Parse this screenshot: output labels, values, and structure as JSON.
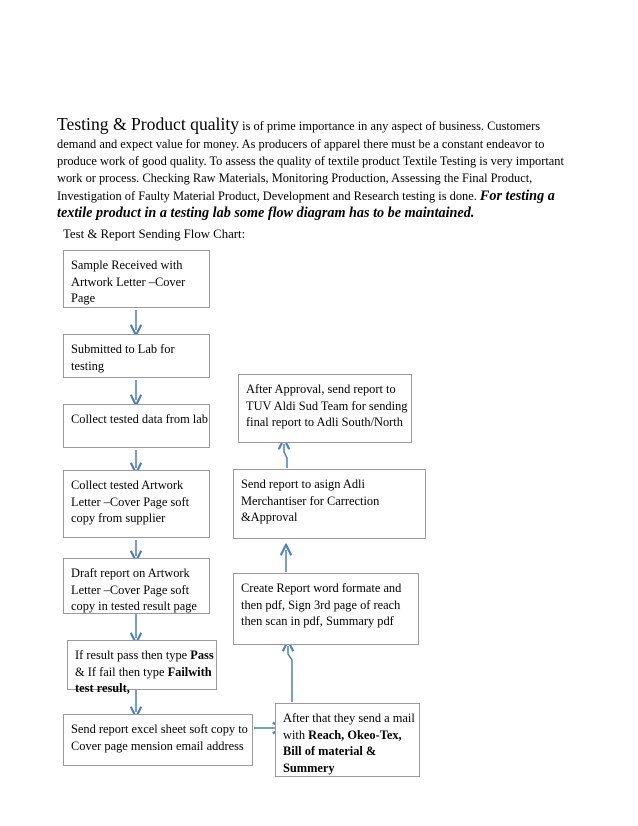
{
  "document": {
    "intro": {
      "lead": "Testing & Product quality",
      "body": " is of prime importance in any aspect of business. Customers demand and expect value for money. As producers of apparel there must be a constant endeavor to produce work of good quality. To assess the quality of textile product Textile Testing is very important work or process. Checking Raw Materials, Monitoring Production, Assessing the Final Product, Investigation of Faulty Material Product, Development and Research testing is done. ",
      "emphasis": "For testing a textile product in a testing lab some flow diagram has to be maintained."
    },
    "chart_title": "Test & Report Sending Flow Chart:"
  },
  "flowchart": {
    "accent_color": "#4a7ebb",
    "box_border_color": "#9a9a9a",
    "left_column": [
      {
        "id": "sample-received",
        "text": "Sample Received with Artwork Letter –Cover Page"
      },
      {
        "id": "submitted-to-lab",
        "text": "Submitted to Lab for testing"
      },
      {
        "id": "collect-tested-data",
        "text": "Collect tested data from lab"
      },
      {
        "id": "collect-tested-artwork",
        "text": "Collect tested Artwork Letter –Cover Page soft copy from supplier"
      },
      {
        "id": "draft-report",
        "text": "Draft report on  Artwork Letter –Cover Page soft copy in tested result page"
      },
      {
        "id": "result-pass-fail",
        "text_parts": [
          {
            "t": "If result pass then type ",
            "bold": false
          },
          {
            "t": "Pass",
            "bold": true
          },
          {
            "t": " & If fail then type ",
            "bold": false
          },
          {
            "t": "Failwith test result,",
            "bold": true
          }
        ]
      },
      {
        "id": "send-excel-sheet",
        "text": "Send report excel sheet soft copy to Cover page mension email address"
      }
    ],
    "right_column": [
      {
        "id": "after-approval",
        "text": "After Approval,  send report to TUV Aldi Sud Team for sending final report to Adli South/North"
      },
      {
        "id": "send-to-merchantiser",
        "text": "Send report to asign Adli Merchantiser for Carrection &Approval"
      },
      {
        "id": "create-report",
        "text": "Create  Report word formate and then pdf, Sign 3rd page of reach then scan in pdf, Summary pdf"
      },
      {
        "id": "send-mail",
        "text_parts": [
          {
            "t": "After that they send a mail with ",
            "bold": false
          },
          {
            "t": "Reach, Okeo-Tex, Bill of material & Summery",
            "bold": true
          }
        ]
      }
    ]
  }
}
